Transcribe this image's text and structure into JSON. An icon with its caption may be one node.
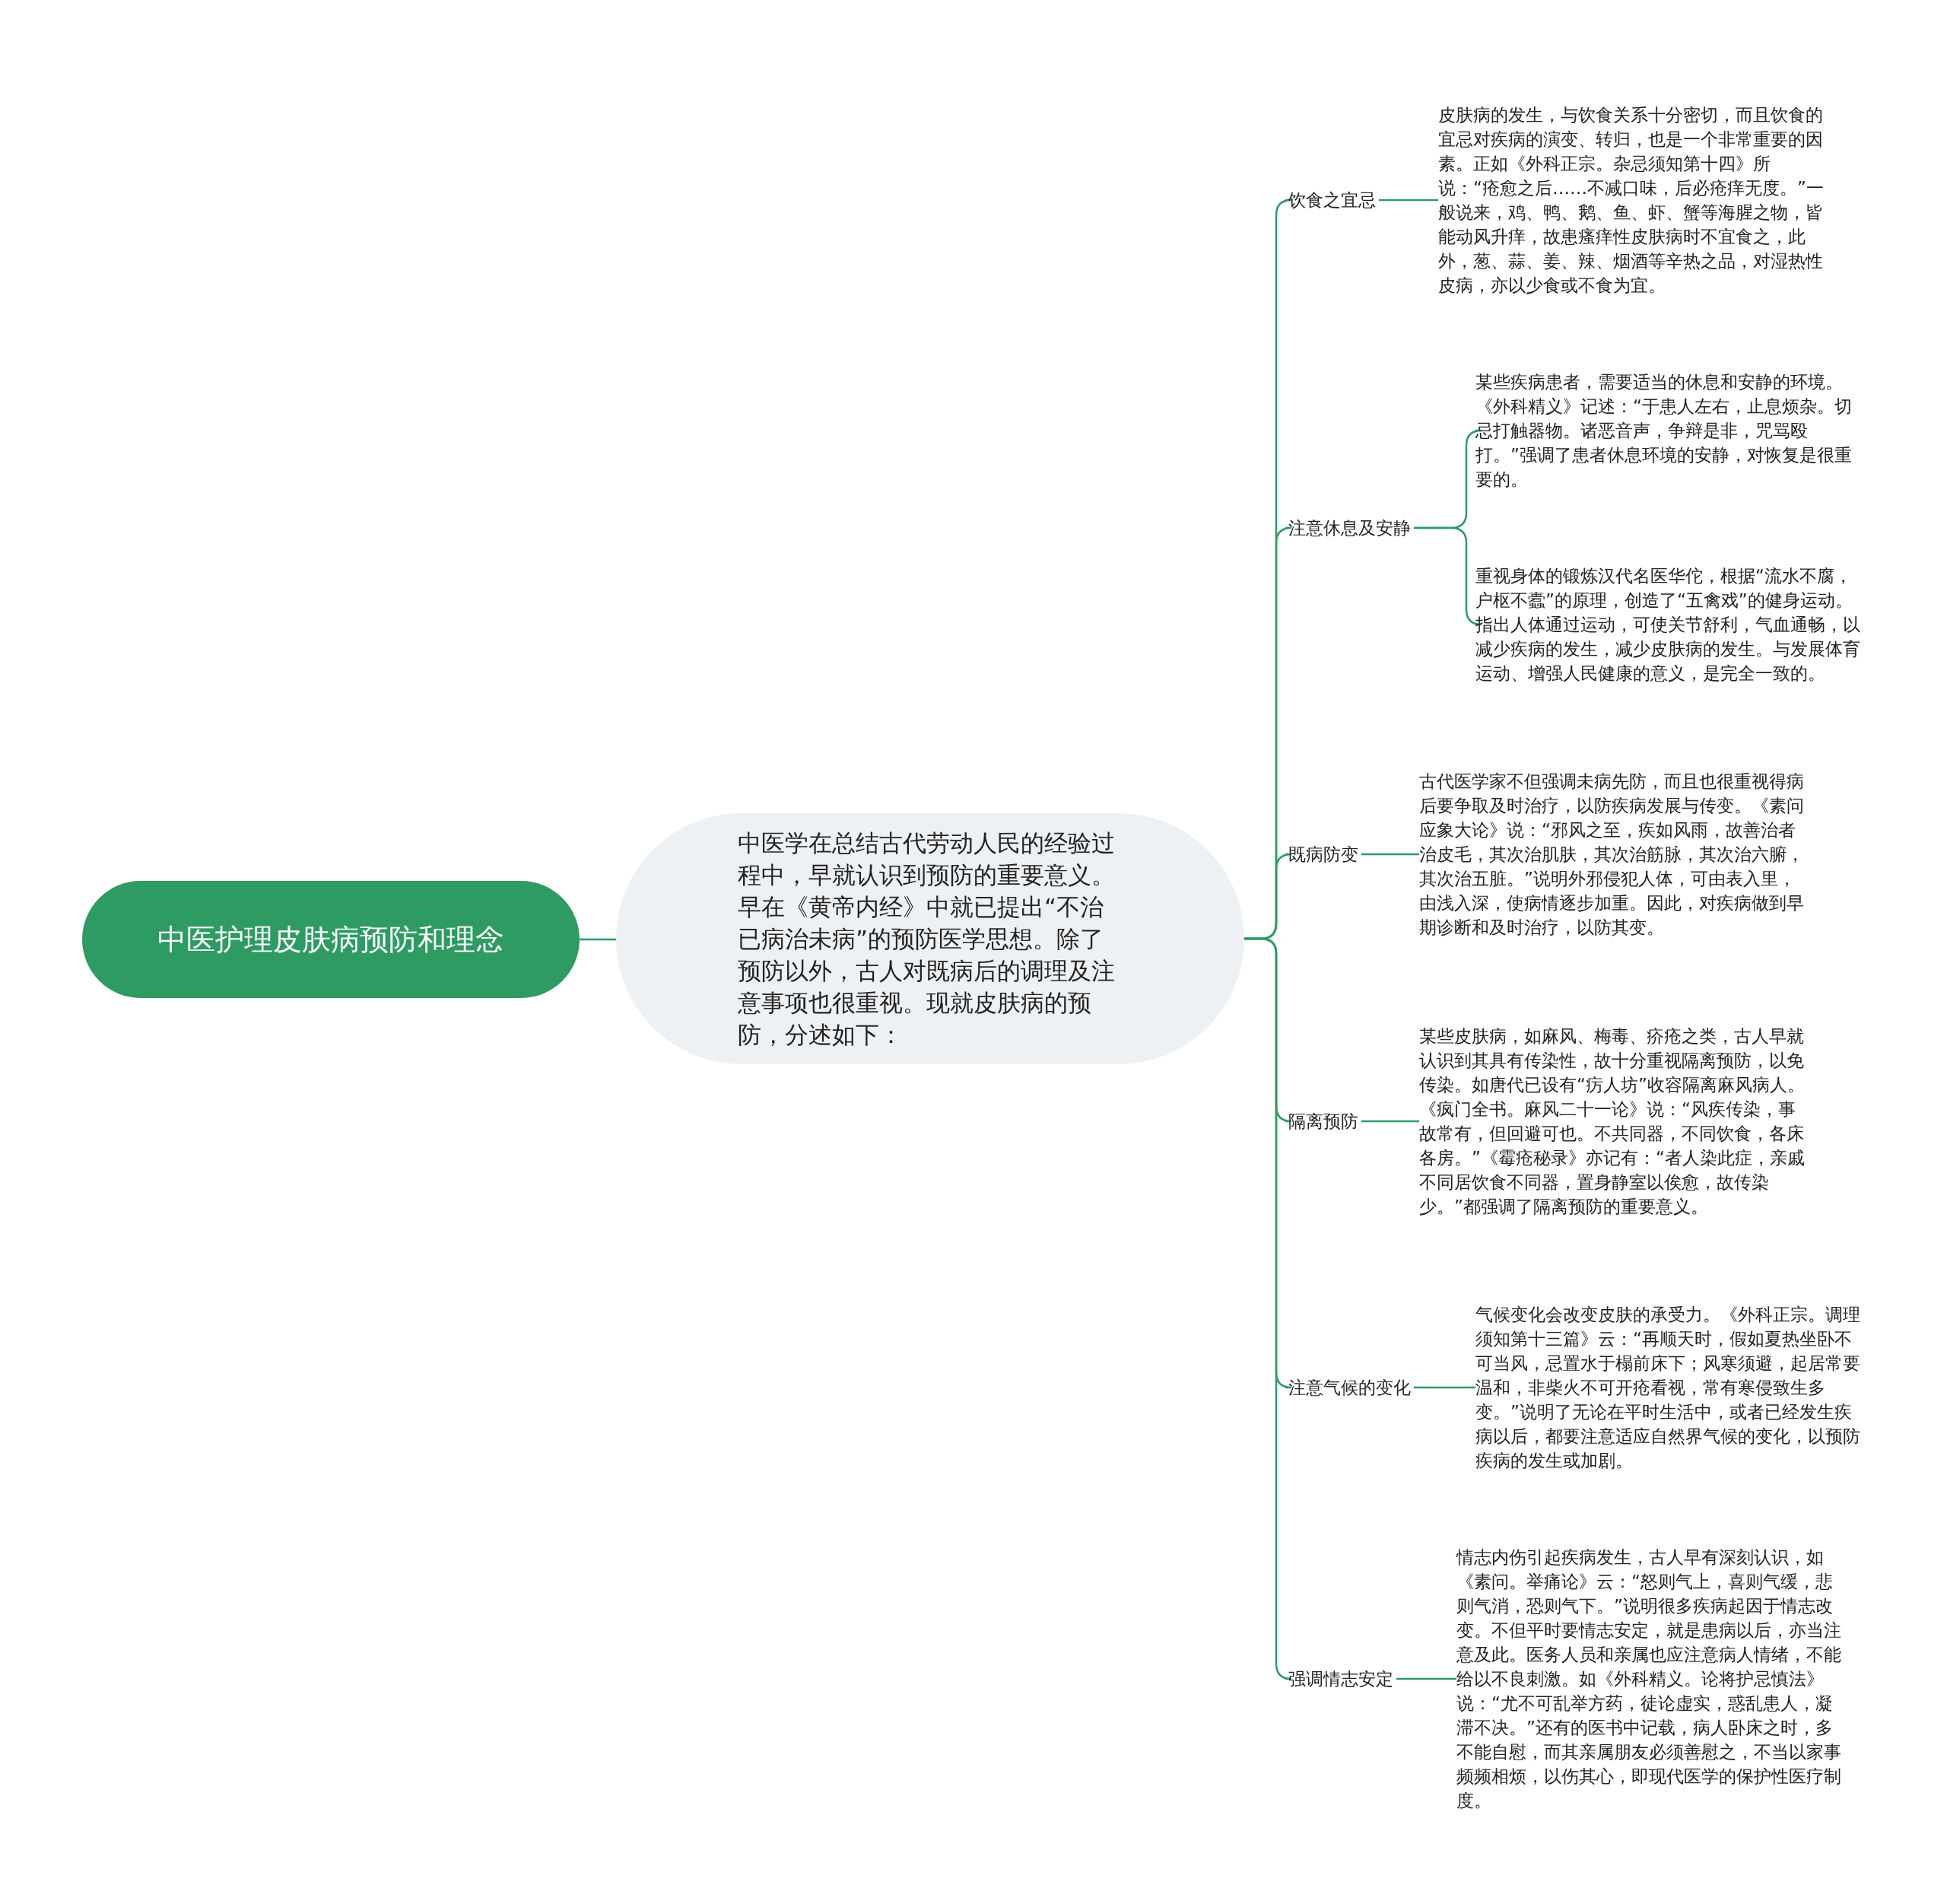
{
  "diagram": {
    "nodes": [
      {
        "text": [
          "中医护理皮肤病预防和理念"
        ]
      },
      {
        "text": [
          "中医学在总结古代劳动人民的经验过程中，早就认识到预防的重要意义。早在《黄帝内经》中就已提出“不治已病治未病”的预防医学思想。除了预防以外，古人对既病后的调理及注意事项也很重视。现就皮肤病的预防，分述如下："
        ]
      },
      {
        "text": [
          "饮食之宜忌"
        ]
      },
      {
        "text": [
          "注意休息及安静"
        ]
      },
      {
        "text": [
          "既病防变"
        ]
      },
      {
        "text": [
          "隔离预防"
        ]
      },
      {
        "text": [
          "注意气候的变化"
        ]
      },
      {
        "text": [
          "强调情志安定"
        ]
      },
      {
        "text": [
          "皮肤病的发生，与饮食关系十分密切，而且饮食的宜忌对疾病的演变、转归，也是一个非常重要的因素。正如《外科正宗。杂忌须知第十四》所说：“疮愈之后……不减口味，后必疮痒无度。”一般说来，鸡、鸭、鹅、鱼、虾、蟹等海腥之物，皆能动风升痒，故患瘙痒性皮肤病时不宜食之，此外，葱、蒜、姜、辣、烟酒等辛热之品，对湿热性皮病，亦以少食或不食为宜。"
        ]
      },
      {
        "text": [
          "某些疾病患者，需要适当的休息和安静的环境。《外科精义》记述：“于患人左右，止息烦杂。切忌打触器物。诸恶音声，争辩是非，咒骂殴打。”强调了患者休息环境的安静，对恢复是很重要的。"
        ]
      },
      {
        "text": [
          "重视身体的锻炼汉代名医华佗，根据“流水不腐，户枢不蠹”的原理，创造了“五禽戏”的健身运动。指出人体通过运动，可使关节舒利，气血通畅，以减少疾病的发生，减少皮肤病的发生。与发展体育运动、增强人民健康的意义，是完全一致的。"
        ]
      },
      {
        "text": [
          "古代医学家不但强调未病先防，而且也很重视得病后要争取及时治疗，以防疾病发展与传变。《素问应象大论》说：“邪风之至，疾如风雨，故善治者治皮毛，其次治肌肤，其次治筋脉，其次治六腑，其次治五脏。”说明外邪侵犯人体，可由表入里，由浅入深，使病情逐步加重。因此，对疾病做到早期诊断和及时治疗，以防其变。"
        ]
      },
      {
        "text": [
          "某些皮肤病，如麻风、梅毒、疥疮之类，古人早就认识到其具有传染性，故十分重视隔离预防，以免传染。如唐代已设有“疠人坊”收容隔离麻风病人。《疯门全书。麻风二十一论》说：“风疾传染，事故常有，但回避可也。不共同器，不同饮食，各床各房。”《霉疮秘录》亦记有：“者人染此症，亲戚不同居饮食不同器，置身静室以俟愈，故传染少。”都强调了隔离预防的重要意义。"
        ]
      },
      {
        "text": [
          "气候变化会改变皮肤的承受力。《外科正宗。调理须知第十三篇》云：“再顺天时，假如夏热坐卧不可当风，忌置水于榻前床下；风寒须避，起居常要温和，非柴火不可开疮看视，常有寒侵致生多变。”说明了无论在平时生活中，或者已经发生疾病以后，都要注意适应自然界气候的变化，以预防疾病的发生或加剧。"
        ]
      },
      {
        "text": [
          "情志内伤引起疾病发生，古人早有深刻认识，如《素问。举痛论》云：“怒则气上，喜则气缓，悲则气消，恐则气下。”说明很多疾病起因于情志改变。不但平时要情志安定，就是患病以后，亦当注意及此。医务人员和亲属也应注意病人情绪，不能给以不良刺激。如《外科精义。论将护忌慎法》说：“尤不可乱举方药，徒论虚实，惑乱患人，凝滞不决。”还有的医书中记载，病人卧床之时，多不能自慰，而其亲属朋友必须善慰之，不当以家事频频相烦，以伤其心，即现代医学的保护性医疗制度。"
        ]
      }
    ],
    "edges": [
      {
        "from": 0,
        "to": 1,
        "arrow": "none"
      },
      {
        "from": 1,
        "to": 2,
        "arrow": "none"
      },
      {
        "from": 1,
        "to": 3,
        "arrow": "none"
      },
      {
        "from": 1,
        "to": 4,
        "arrow": "none"
      },
      {
        "from": 1,
        "to": 5,
        "arrow": "none"
      },
      {
        "from": 1,
        "to": 6,
        "arrow": "none"
      },
      {
        "from": 1,
        "to": 7,
        "arrow": "none"
      },
      {
        "from": 2,
        "to": 8,
        "arrow": "none"
      },
      {
        "from": 3,
        "to": 9,
        "arrow": "none"
      },
      {
        "from": 3,
        "to": 10,
        "arrow": "none"
      },
      {
        "from": 4,
        "to": 11,
        "arrow": "none"
      },
      {
        "from": 5,
        "to": 12,
        "arrow": "none"
      },
      {
        "from": 6,
        "to": 13,
        "arrow": "none"
      },
      {
        "from": 7,
        "to": 14,
        "arrow": "none"
      }
    ]
  }
}
